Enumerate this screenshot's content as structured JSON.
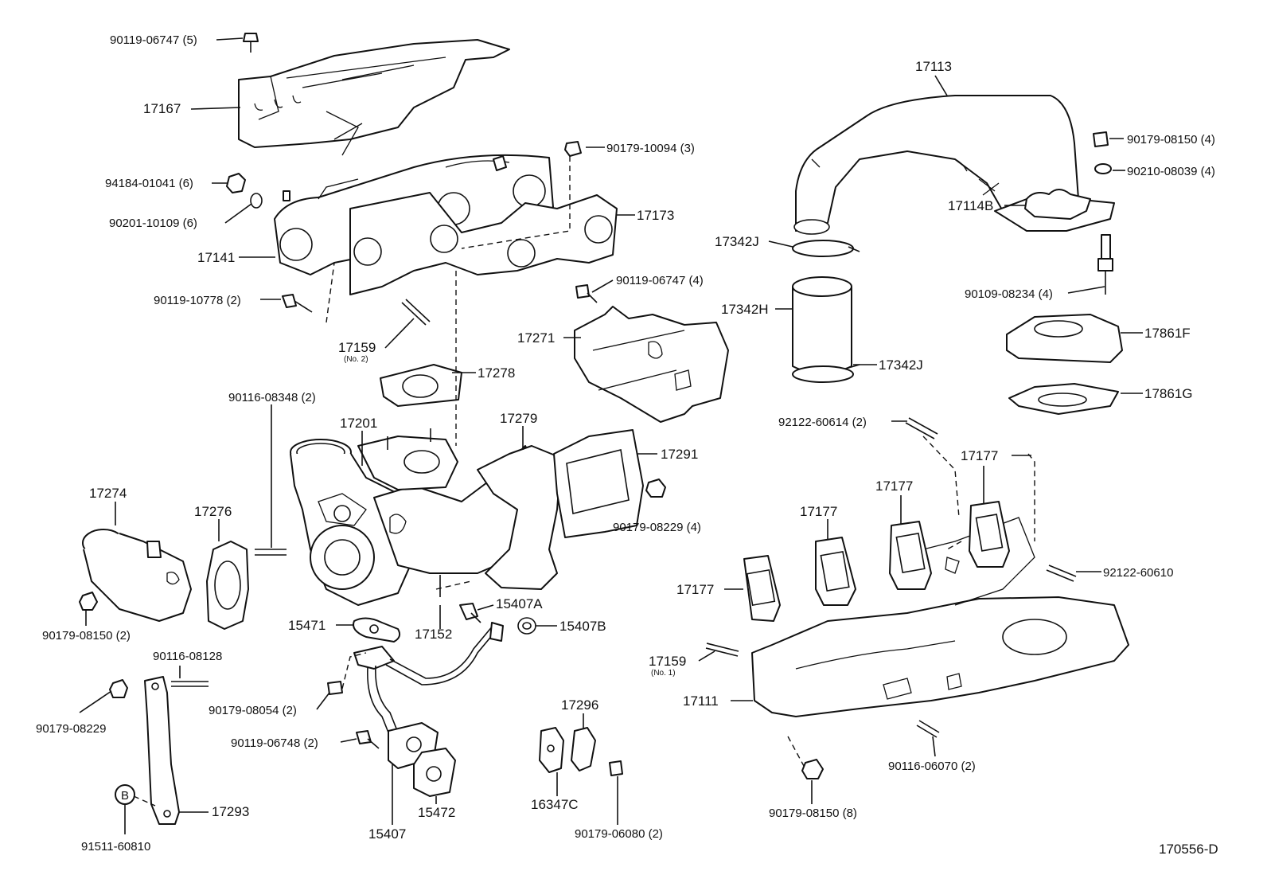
{
  "diagram_code": "170556-D",
  "labels": {
    "l_90119_06747_5": "90119-06747 (5)",
    "l_17167": "17167",
    "l_90179_10094": "90179-10094 (3)",
    "l_94184_01041": "94184-01041 (6)",
    "l_90201_10109": "90201-10109 (6)",
    "l_17173": "17173",
    "l_17141": "17141",
    "l_90119_10778": "90119-10778 (2)",
    "l_90119_06747_4": "90119-06747 (4)",
    "l_17159_a": "17159",
    "l_17159_a_note": "(No. 2)",
    "l_17271": "17271",
    "l_17278": "17278",
    "l_90116_08348": "90116-08348 (2)",
    "l_17201": "17201",
    "l_17279": "17279",
    "l_17291": "17291",
    "l_90179_08229_4": "90179-08229 (4)",
    "l_17274": "17274",
    "l_17276": "17276",
    "l_15407a": "15407A",
    "l_15471": "15471",
    "l_17152": "17152",
    "l_15407b": "15407B",
    "l_90179_08150_2": "90179-08150 (2)",
    "l_90116_08128": "90116-08128",
    "l_90179_08054": "90179-08054 (2)",
    "l_90179_08229": "90179-08229",
    "l_90119_06748": "90119-06748 (2)",
    "l_17296": "17296",
    "l_17293": "17293",
    "l_91511_60810": "91511-60810",
    "l_b_marker": "B",
    "l_15407": "15407",
    "l_15472": "15472",
    "l_16347c": "16347C",
    "l_90179_06080": "90179-06080 (2)",
    "l_17113": "17113",
    "l_90179_08150_4": "90179-08150 (4)",
    "l_90210_08039": "90210-08039 (4)",
    "l_17342j_top": "17342J",
    "l_17114b": "17114B",
    "l_90109_08234": "90109-08234 (4)",
    "l_17342h": "17342H",
    "l_17861f": "17861F",
    "l_17342j_bottom": "17342J",
    "l_17861g": "17861G",
    "l_92122_60614": "92122-60614 (2)",
    "l_17177_a": "17177",
    "l_17177_b": "17177",
    "l_17177_c": "17177",
    "l_17177_d": "17177",
    "l_92122_60610": "92122-60610",
    "l_17159_b": "17159",
    "l_17159_b_note": "(No. 1)",
    "l_17111": "17111",
    "l_90116_06070": "90116-06070 (2)",
    "l_90179_08150_8": "90179-08150 (8)"
  }
}
